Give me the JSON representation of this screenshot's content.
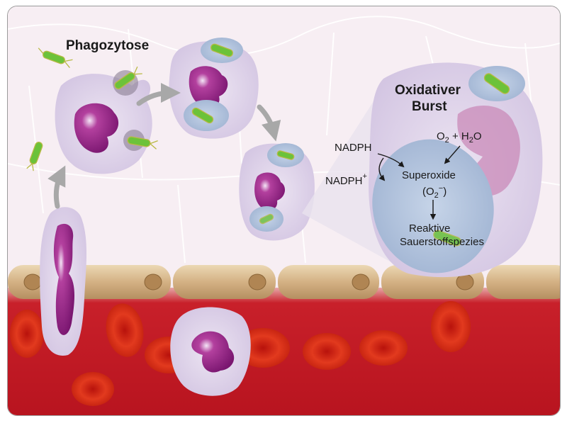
{
  "labels": {
    "phagocytosis": "Phagozytose",
    "burst_line1": "Oxidativer",
    "burst_line2": "Burst",
    "nadph": "NADPH",
    "nadph_plus": "NADPH",
    "plus_sign": "+",
    "o2": "O",
    "o2_sub": "2",
    "o2_plus_h2o": " + H",
    "h2o_sub": "2",
    "h2o_o": "O",
    "superoxide": "Superoxide",
    "superoxide_formula_open": "(O",
    "superoxide_formula_sub": "2",
    "superoxide_formula_sup": "−",
    "superoxide_formula_close": ")",
    "reactive_line1": "Reaktive",
    "reactive_line2": "Sauerstoffspezies"
  },
  "colors": {
    "tissue": "#f7eef3",
    "cell_membrane": "#d8cce4",
    "nucleus": "#8b1a7c",
    "vesicle": "#a9bedb",
    "bacterium": "#6cc23a",
    "blood": "#c4202a",
    "red_cell": "#e0321b",
    "endothelium": "#d2b48c",
    "arrow": "#a8a8a8"
  }
}
